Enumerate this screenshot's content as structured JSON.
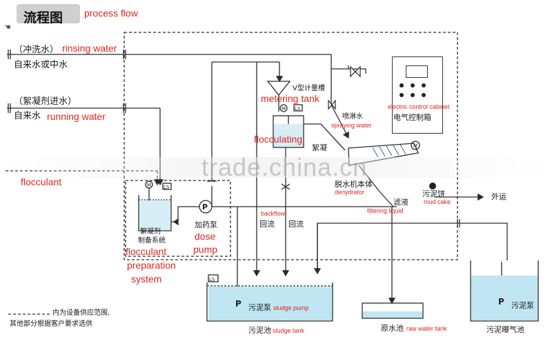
{
  "title": {
    "cn": "流程图",
    "en": "process flow"
  },
  "inlets": {
    "rinsing": {
      "cn_paren": "（冲洗水）",
      "en": "rinsing water",
      "cn_src": "自来水或中水"
    },
    "coagulant": {
      "cn_paren": "（絮凝剂进水）",
      "cn_src": "自来水",
      "en": "running water"
    }
  },
  "flocculant_label": {
    "en": "flocculant"
  },
  "prep_system": {
    "cn_line1": "絮凝剂",
    "cn_line2": "制备系统",
    "en_line1": "flocculant",
    "en_line2": "preparation",
    "en_line3": "system"
  },
  "dose_pump": {
    "cn": "加药泵",
    "en_line1": "dose",
    "en_line2": "pump",
    "symbol": "P"
  },
  "metering_tank": {
    "cn": "V型计量槽",
    "en": "metering tank"
  },
  "flocculating": {
    "en": "flocculating",
    "cn_partial": "絮凝"
  },
  "spraying_water": {
    "cn": "喷淋水",
    "en": "spraying water"
  },
  "control_cabinet": {
    "cn": "电气控制箱",
    "en": "electric control cabinet"
  },
  "dehydrator": {
    "cn": "脱水机本体",
    "en": "denydrator"
  },
  "mud_cake": {
    "cn": "污泥饼",
    "en": "mud cake",
    "out_cn": "外运"
  },
  "filtrate": {
    "cn": "滤液",
    "en": "filtering liquid"
  },
  "backflow": {
    "en": "backflow",
    "cn_a": "回流",
    "cn_b": "回流"
  },
  "sludge_pump": {
    "cn": "污泥泵",
    "en": "sludge pump",
    "symbol": "P"
  },
  "sludge_tank": {
    "cn": "污泥池",
    "en": "sludge tank"
  },
  "raw_water_tank": {
    "cn": "原水池",
    "en": "raw water tank"
  },
  "aeration_tank": {
    "cn": "污泥曝气池",
    "pump_cn": "污泥泵",
    "symbol": "P"
  },
  "legend": {
    "line1": "内为设备供应范围,",
    "line2": "其他部分根据客户要求选供"
  },
  "instrument_tags": {
    "motor": "M",
    "level": "LS"
  },
  "watermark": "trade.china.cn",
  "colors": {
    "english_label": "#e0241c",
    "line": "#2a2a2a",
    "water": "#bfe6f2"
  }
}
